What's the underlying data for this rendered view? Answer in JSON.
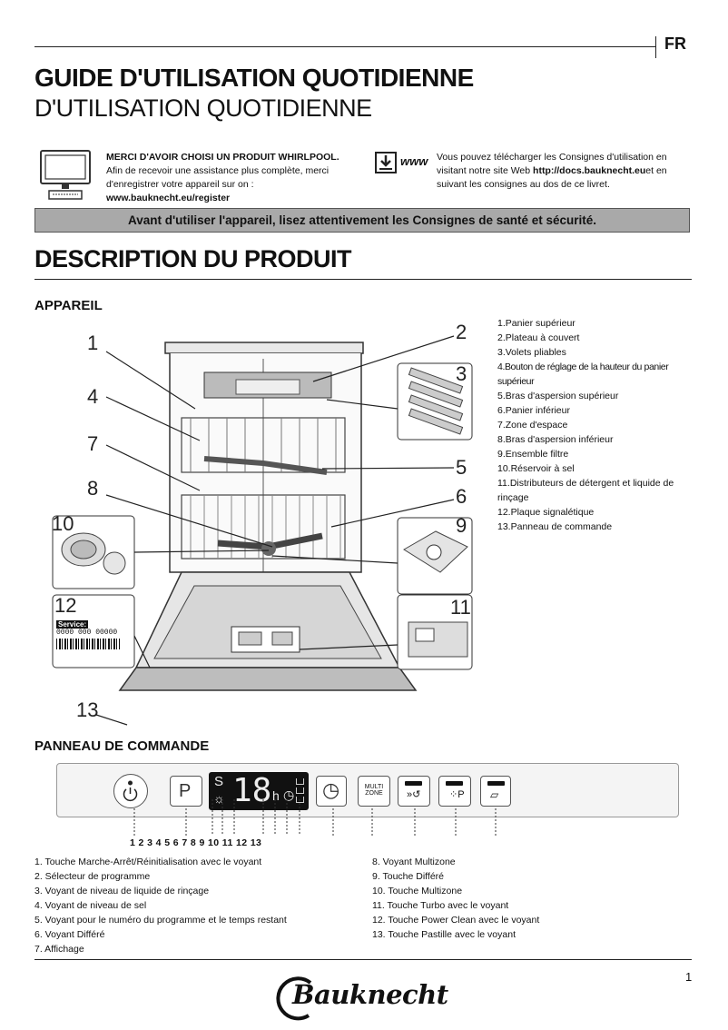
{
  "header": {
    "lang": "FR",
    "title_bold": "GUIDE D'UTILISATION QUOTIDIENNE",
    "title_regular": "D'UTILISATION QUOTIDIENNE"
  },
  "intro": {
    "left_bold": "MERCI D'AVOIR CHOISI UN PRODUIT WHIRLPOOL.",
    "left_text": "Afin de recevoir une assistance plus complète, merci d'enregistrer votre appareil sur on :",
    "left_link": "www.bauknecht.eu/register",
    "right_icon_text": "www",
    "right_text_1": "Vous pouvez télécharger les Consignes d'utilisation en visitant notre site Web ",
    "right_link": "http://docs.bauknecht.eu",
    "right_text_2": "et en suivant les consignes au dos de ce livret."
  },
  "warning": "Avant d'utiliser l'appareil, lisez attentivement les Consignes de santé et sécurité.",
  "description_title": "DESCRIPTION DU PRODUIT",
  "appliance_title": "APPAREIL",
  "callouts": [
    "1",
    "2",
    "3",
    "4",
    "5",
    "6",
    "7",
    "8",
    "9",
    "10",
    "11",
    "12",
    "13"
  ],
  "plate": {
    "service_label": "Service:",
    "service_number": "0000 000 00000"
  },
  "appliance_legend": [
    "1.Panier supérieur",
    "2.Plateau à couvert",
    "3.Volets pliables",
    "4.Bouton de réglage de la hauteur du panier supérieur",
    "5.Bras d'aspersion supérieur",
    "6.Panier inférieur",
    "7.Zone d'espace",
    "8.Bras d'aspersion inférieur",
    "9.Ensemble filtre",
    "10.Réservoir à sel",
    "11.Distributeurs de détergent et liquide de rinçage",
    "12.Plaque signalétique",
    "13.Panneau de commande"
  ],
  "panel_title": "PANNEAU DE COMMANDE",
  "panel": {
    "prog_label": "P",
    "display_s": "S",
    "display_digits": "18",
    "display_h": "h",
    "multi_l1": "MULTI",
    "multi_l2": "ZONE",
    "index_numbers": "1 2 3 4 5 6 7 8 9 10 11 12 13"
  },
  "panel_legend_left": [
    "1. Touche Marche-Arrêt/Réinitialisation avec le voyant",
    "2. Sélecteur de programme",
    "3. Voyant de niveau de liquide de rinçage",
    "4. Voyant de niveau de sel",
    "5. Voyant pour le numéro du programme et le temps restant",
    "6. Voyant Différé",
    "7. Affichage"
  ],
  "panel_legend_right": [
    "8. Voyant Multizone",
    "9. Touche Différé",
    "10. Touche Multizone",
    "11. Touche Turbo avec le voyant",
    "12. Touche Power Clean avec le voyant",
    "13. Touche Pastille avec le voyant"
  ],
  "footer": {
    "page": "1",
    "brand": "Bauknecht"
  }
}
